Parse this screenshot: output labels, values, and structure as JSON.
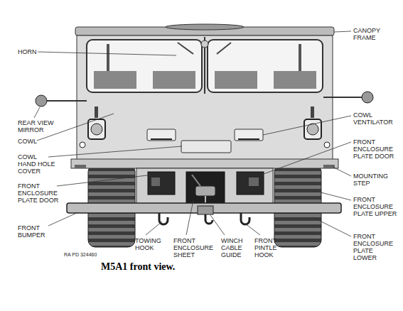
{
  "diagram": {
    "caption": "M5A1 front view.",
    "labels": [
      "HORN",
      "CANOPY FRAME",
      "REAR VIEW MIRROR",
      "COWL",
      "COWL HAND HOLE COVER",
      "FRONT ENCLOSURE PLATE DOOR",
      "FRONT BUMPER",
      "TOWING HOOK",
      "FRONT ENCLOSURE SHEET",
      "WINCH CABLE GUIDE",
      "FRONT PINTLE HOOK",
      "COWL VENTILATOR",
      "FRONT ENCLOSURE PLATE DOOR",
      "MOUNTING STEP",
      "FRONT ENCLOSURE PLATE UPPER",
      "FRONT ENCLOSURE PLATE LOWER",
      "RA PD 324460"
    ]
  }
}
